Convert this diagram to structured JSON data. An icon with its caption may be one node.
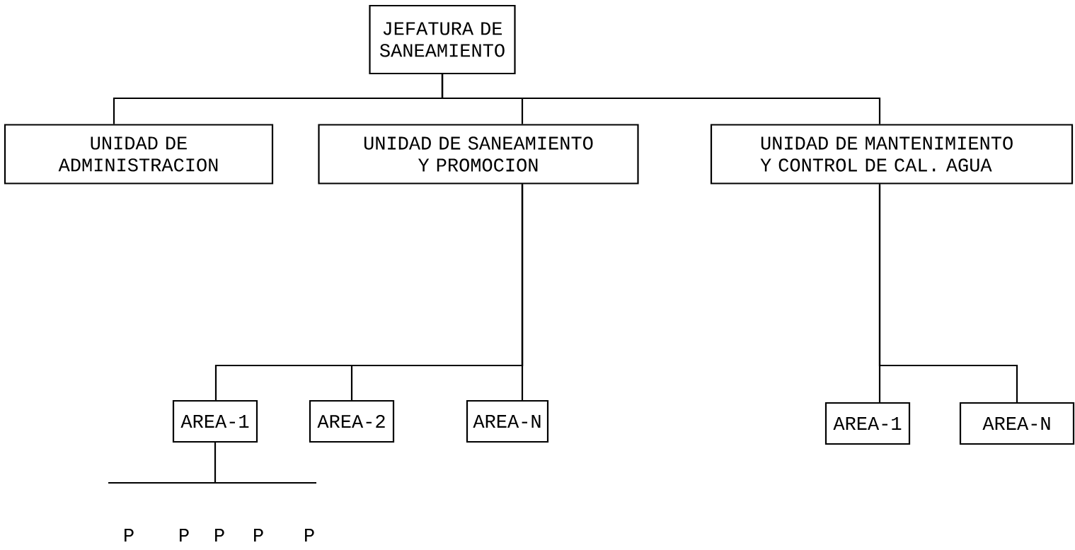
{
  "diagram": {
    "nodes": [
      {
        "text": [
          "JEFATURA DE SANEAMIENTO"
        ]
      },
      {
        "text": [
          "UNIDAD DE ADMINISTRACION"
        ]
      },
      {
        "text": [
          "UNIDAD DE SANEAMIENTO Y PROMOCION"
        ]
      },
      {
        "text": [
          "UNIDAD DE MANTENIMIENTO Y CONTROL DE CAL. AGUA"
        ]
      },
      {
        "text": [
          "AREA-1"
        ]
      },
      {
        "text": [
          "AREA-2"
        ]
      },
      {
        "text": [
          "AREA-N"
        ]
      },
      {
        "text": [
          "AREA-1"
        ]
      },
      {
        "text": [
          "AREA-N"
        ]
      }
    ],
    "edges": [
      {
        "from": 0,
        "to": 1,
        "arrow": "none"
      },
      {
        "from": 0,
        "to": 2,
        "arrow": "none"
      },
      {
        "from": 0,
        "to": 3,
        "arrow": "none"
      },
      {
        "from": 2,
        "to": 4,
        "arrow": "none"
      },
      {
        "from": 2,
        "to": 5,
        "arrow": "none"
      },
      {
        "from": 2,
        "to": 6,
        "arrow": "none"
      },
      {
        "from": 3,
        "to": 7,
        "arrow": "none"
      },
      {
        "from": 3,
        "to": 8,
        "arrow": "none"
      },
      {
        "from": 4,
        "to": null,
        "arrow": "none"
      }
    ],
    "labels": [
      "P",
      "P",
      "P",
      "P",
      "P"
    ]
  }
}
